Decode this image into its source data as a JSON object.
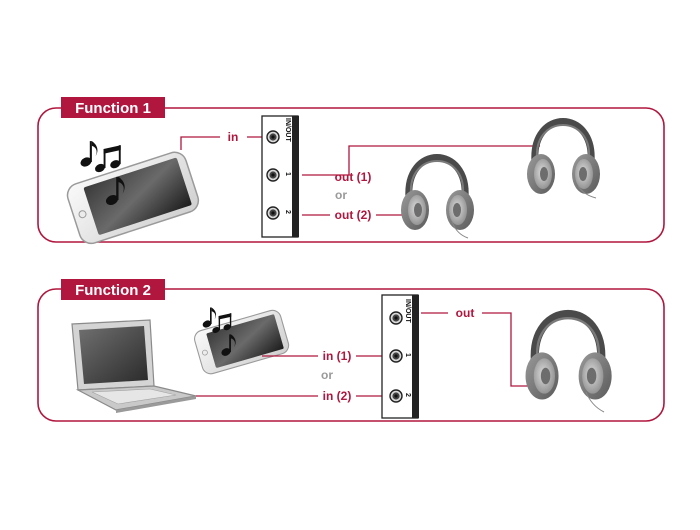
{
  "function1": {
    "title": "Function 1",
    "port_labels": [
      "IN/OUT",
      "1",
      "2"
    ],
    "labels": {
      "in": "in",
      "out1": "out (1)",
      "or": "or",
      "out2": "out (2)"
    }
  },
  "function2": {
    "title": "Function 2",
    "port_labels": [
      "IN/OUT",
      "1",
      "2"
    ],
    "labels": {
      "in1": "in (1)",
      "or": "or",
      "in2": "in (2)",
      "out": "out"
    }
  },
  "colors": {
    "accent": "#b0163e",
    "or_text": "#9a9a9a",
    "panel_border": "#b0163e"
  },
  "icons": [
    "smartphone-icon",
    "music-notes-icon",
    "laptop-icon",
    "headphones-icon",
    "audio-splitter-icon",
    "audio-jack-icon"
  ]
}
